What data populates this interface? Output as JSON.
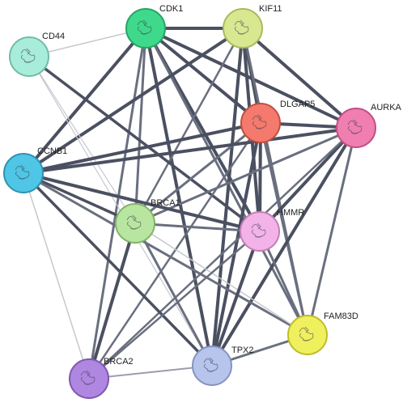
{
  "network": {
    "nodes": [
      {
        "id": "CDK1",
        "label": "CDK1",
        "color": "#3fd98b",
        "stroke": "#25a565"
      },
      {
        "id": "KIF11",
        "label": "KIF11",
        "color": "#d8e890",
        "stroke": "#a9b95d"
      },
      {
        "id": "CD44",
        "label": "CD44",
        "color": "#a8ecda",
        "stroke": "#72bba8"
      },
      {
        "id": "DLGAP5",
        "label": "DLGAP5",
        "color": "#f47a6e",
        "stroke": "#c24d42"
      },
      {
        "id": "AURKA",
        "label": "AURKA",
        "color": "#f07eb0",
        "stroke": "#c24e84"
      },
      {
        "id": "CCNB1",
        "label": "CCNB1",
        "color": "#4fc6e6",
        "stroke": "#2e93b0"
      },
      {
        "id": "BRCA1",
        "label": "BRCA1",
        "color": "#b8e6a0",
        "stroke": "#82b36b"
      },
      {
        "id": "HMMR",
        "label": "HMMR",
        "color": "#f3b3e8",
        "stroke": "#c17fb6"
      },
      {
        "id": "FAM83D",
        "label": "FAM83D",
        "color": "#f0f05e",
        "stroke": "#bdbd2a"
      },
      {
        "id": "TPX2",
        "label": "TPX2",
        "color": "#b7c4ec",
        "stroke": "#8594c0"
      },
      {
        "id": "BRCA2",
        "label": "BRCA2",
        "color": "#b087e0",
        "stroke": "#7f58b0"
      }
    ],
    "edges": [
      {
        "a": "CDK1",
        "b": "KIF11",
        "w": 4
      },
      {
        "a": "CDK1",
        "b": "CD44",
        "w": 1.5
      },
      {
        "a": "CDK1",
        "b": "DLGAP5",
        "w": 4
      },
      {
        "a": "CDK1",
        "b": "AURKA",
        "w": 4
      },
      {
        "a": "CDK1",
        "b": "CCNB1",
        "w": 4
      },
      {
        "a": "CDK1",
        "b": "BRCA1",
        "w": 3
      },
      {
        "a": "CDK1",
        "b": "HMMR",
        "w": 4
      },
      {
        "a": "CDK1",
        "b": "FAM83D",
        "w": 3
      },
      {
        "a": "CDK1",
        "b": "TPX2",
        "w": 4
      },
      {
        "a": "CDK1",
        "b": "BRCA2",
        "w": 3
      },
      {
        "a": "KIF11",
        "b": "DLGAP5",
        "w": 4
      },
      {
        "a": "KIF11",
        "b": "AURKA",
        "w": 4
      },
      {
        "a": "KIF11",
        "b": "CCNB1",
        "w": 4
      },
      {
        "a": "KIF11",
        "b": "HMMR",
        "w": 4
      },
      {
        "a": "KIF11",
        "b": "TPX2",
        "w": 4
      },
      {
        "a": "KIF11",
        "b": "FAM83D",
        "w": 3
      },
      {
        "a": "KIF11",
        "b": "BRCA1",
        "w": 2.5
      },
      {
        "a": "CD44",
        "b": "BRCA1",
        "w": 1.2
      },
      {
        "a": "CD44",
        "b": "HMMR",
        "w": 3.5
      },
      {
        "a": "CD44",
        "b": "TPX2",
        "w": 1.2
      },
      {
        "a": "DLGAP5",
        "b": "AURKA",
        "w": 4
      },
      {
        "a": "DLGAP5",
        "b": "CCNB1",
        "w": 4
      },
      {
        "a": "DLGAP5",
        "b": "BRCA1",
        "w": 3
      },
      {
        "a": "DLGAP5",
        "b": "HMMR",
        "w": 4
      },
      {
        "a": "DLGAP5",
        "b": "FAM83D",
        "w": 3
      },
      {
        "a": "DLGAP5",
        "b": "TPX2",
        "w": 4
      },
      {
        "a": "DLGAP5",
        "b": "BRCA2",
        "w": 2.5
      },
      {
        "a": "AURKA",
        "b": "CCNB1",
        "w": 4
      },
      {
        "a": "AURKA",
        "b": "BRCA1",
        "w": 3
      },
      {
        "a": "AURKA",
        "b": "HMMR",
        "w": 4
      },
      {
        "a": "AURKA",
        "b": "FAM83D",
        "w": 3
      },
      {
        "a": "AURKA",
        "b": "TPX2",
        "w": 4
      },
      {
        "a": "AURKA",
        "b": "BRCA2",
        "w": 2.5
      },
      {
        "a": "CCNB1",
        "b": "BRCA1",
        "w": 3.5
      },
      {
        "a": "CCNB1",
        "b": "HMMR",
        "w": 4
      },
      {
        "a": "CCNB1",
        "b": "FAM83D",
        "w": 3
      },
      {
        "a": "CCNB1",
        "b": "TPX2",
        "w": 3.5
      },
      {
        "a": "CCNB1",
        "b": "BRCA2",
        "w": 1.5
      },
      {
        "a": "BRCA1",
        "b": "HMMR",
        "w": 3
      },
      {
        "a": "BRCA1",
        "b": "TPX2",
        "w": 3
      },
      {
        "a": "BRCA1",
        "b": "BRCA2",
        "w": 4
      },
      {
        "a": "BRCA1",
        "b": "FAM83D",
        "w": 1.5
      },
      {
        "a": "HMMR",
        "b": "FAM83D",
        "w": 3
      },
      {
        "a": "HMMR",
        "b": "TPX2",
        "w": 4
      },
      {
        "a": "HMMR",
        "b": "BRCA2",
        "w": 2.5
      },
      {
        "a": "FAM83D",
        "b": "TPX2",
        "w": 3
      },
      {
        "a": "TPX2",
        "b": "BRCA2",
        "w": 2
      }
    ]
  }
}
